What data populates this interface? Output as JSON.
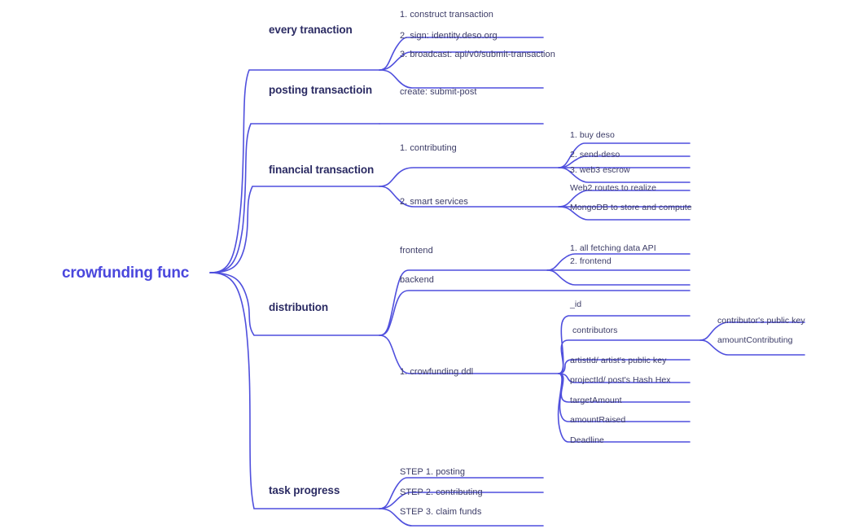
{
  "diagram": {
    "type": "mind-map",
    "title": "crowfunding func",
    "colors": {
      "root_text": "#4a47dd",
      "branch_text": "#2b2b63",
      "leaf_text": "#3b3b66",
      "edge_line": "#4f4fdd",
      "background": "#ffffff"
    },
    "root": {
      "label": "crowfunding func"
    },
    "branches": [
      {
        "label": "every tranaction",
        "children": [
          {
            "label": "1. construct transaction",
            "children": []
          },
          {
            "label": "2. sign: identity.deso.org",
            "children": []
          },
          {
            "label": "3. broadcast: api/v0/submit-transaction",
            "children": []
          }
        ]
      },
      {
        "label": "posting transactioin",
        "children": [
          {
            "label": "create: submit-post",
            "children": []
          }
        ]
      },
      {
        "label": "financial transaction",
        "children": [
          {
            "label": "1. contributing",
            "children": [
              {
                "label": "1. buy deso"
              },
              {
                "label": "2. send-deso"
              },
              {
                "label": "3. web3 escrow"
              }
            ]
          },
          {
            "label": "2. smart services",
            "children": [
              {
                "label": "Web2 routes to realize"
              },
              {
                "label": "MongoDB to store and compute"
              }
            ]
          }
        ]
      },
      {
        "label": "distribution",
        "children": [
          {
            "label": "frontend",
            "children": [
              {
                "label": "1. all fetching data API"
              },
              {
                "label": "2. frontend"
              }
            ]
          },
          {
            "label": "backend",
            "children": []
          },
          {
            "label": "1. crowfunding ddl",
            "children": [
              {
                "label": "_id",
                "children": []
              },
              {
                "label": "contributors",
                "children": [
                  {
                    "label": "contributor's public key"
                  },
                  {
                    "label": "amountContributing"
                  }
                ]
              },
              {
                "label": "artistId/ artist's public key",
                "children": []
              },
              {
                "label": "projectId/ post's Hash Hex",
                "children": []
              },
              {
                "label": "targetAmount",
                "children": []
              },
              {
                "label": "amountRaised",
                "children": []
              },
              {
                "label": "Deadline",
                "children": []
              }
            ]
          }
        ]
      },
      {
        "label": "task progress",
        "children": [
          {
            "label": "STEP 1. posting",
            "children": []
          },
          {
            "label": "STEP 2. contributing",
            "children": []
          },
          {
            "label": "STEP 3. claim funds",
            "children": []
          }
        ]
      }
    ]
  }
}
